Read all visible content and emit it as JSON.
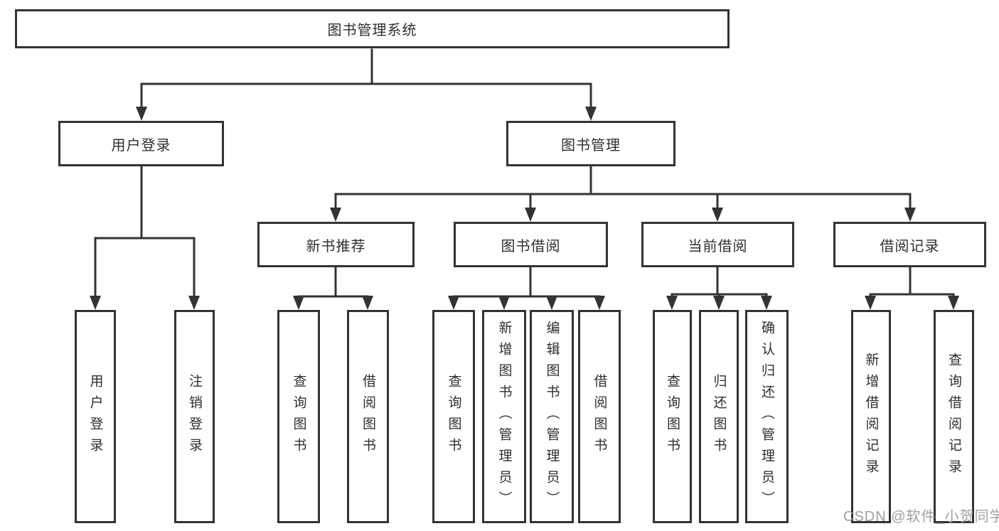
{
  "diagram": {
    "root": "图书管理系统",
    "user_login_branch": {
      "label": "用户登录",
      "children": [
        "用户登录",
        "注销登录"
      ]
    },
    "book_mgmt_branch": {
      "label": "图书管理",
      "groups": [
        {
          "label": "新书推荐",
          "children": [
            "查询图书",
            "借阅图书"
          ]
        },
        {
          "label": "图书借阅",
          "children": [
            "查询图书",
            "新增图书（管理员）",
            "编辑图书（管理员）",
            "借阅图书"
          ]
        },
        {
          "label": "当前借阅",
          "children": [
            "查询图书",
            "归还图书",
            "确认归还（管理员）"
          ]
        },
        {
          "label": "借阅记录",
          "children": [
            "新增借阅记录",
            "查询借阅记录"
          ]
        }
      ]
    }
  },
  "watermark": {
    "text": "CSDN @软件_小贺同学"
  },
  "colors": {
    "line": "#333333",
    "text": "#2f2f2f",
    "watermark": "#a0a0a0",
    "background": "#ffffff"
  }
}
